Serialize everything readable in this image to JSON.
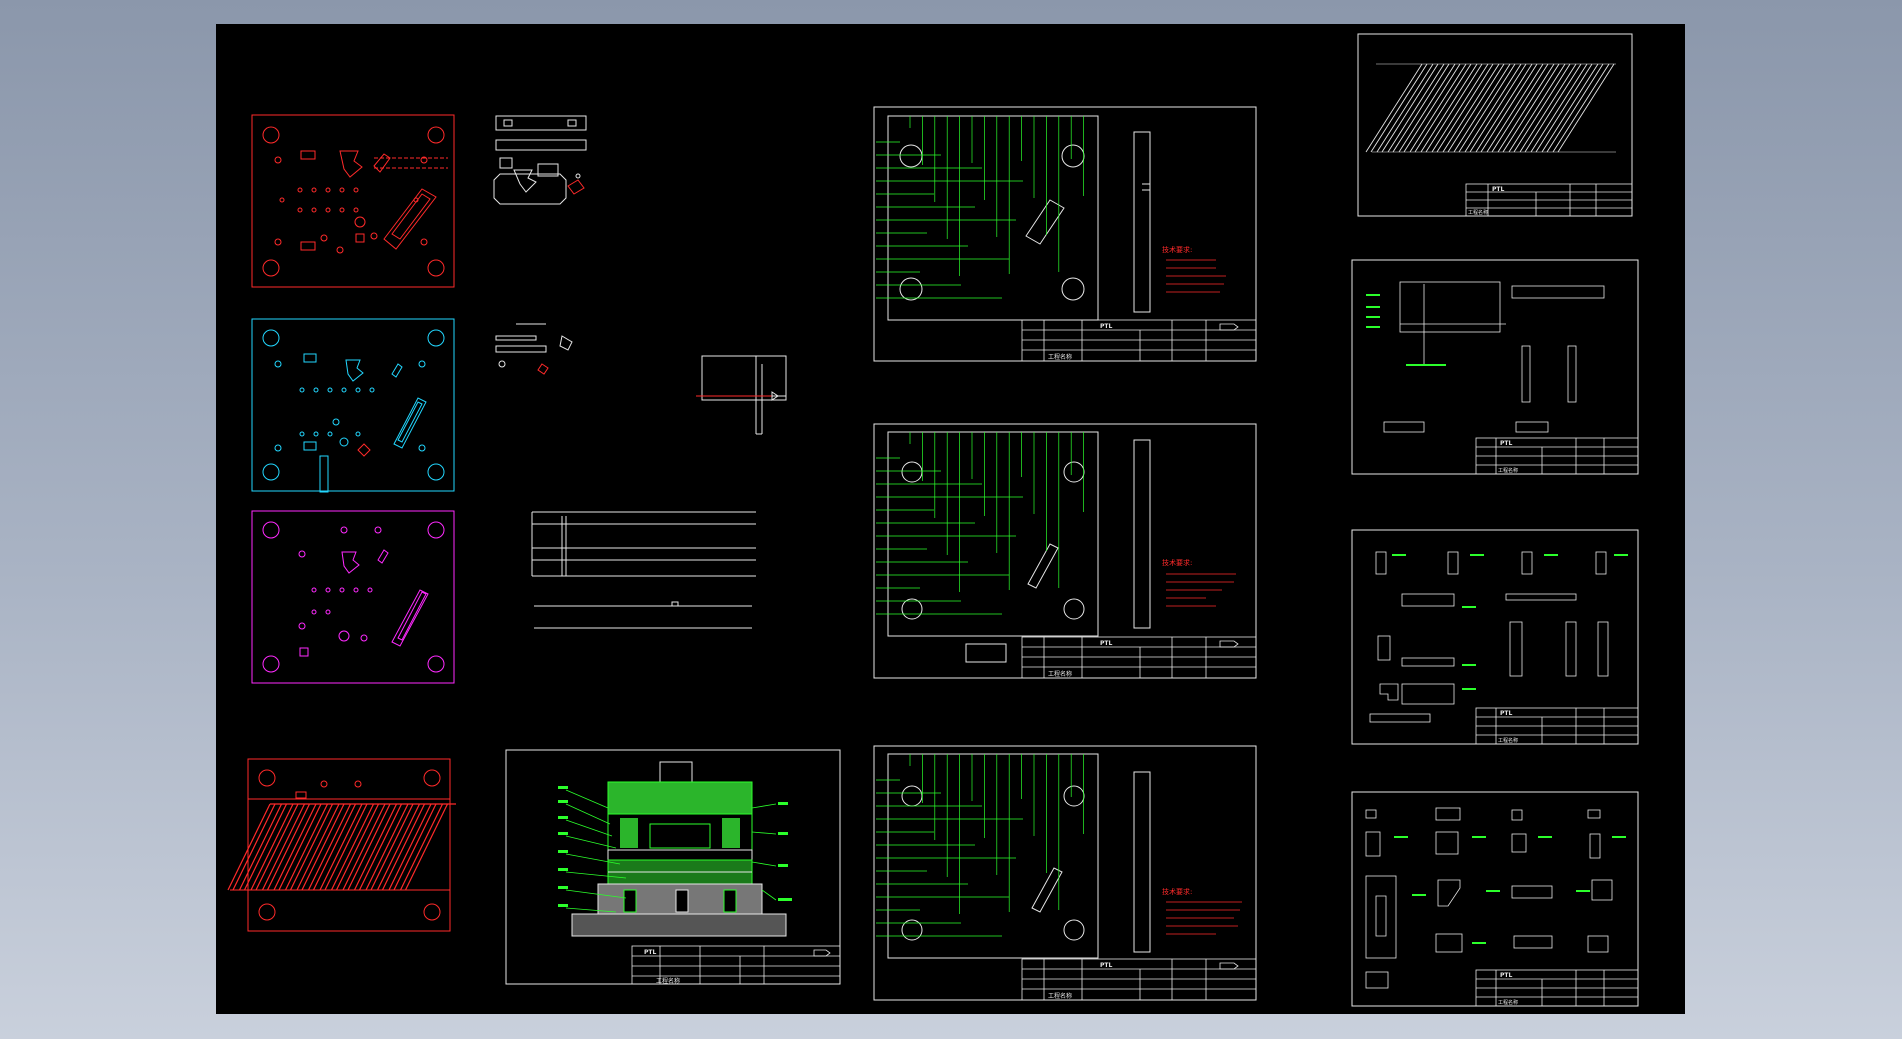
{
  "canvas": {
    "background": "#000000"
  },
  "palette": {
    "red": "#ff2a2a",
    "cyan": "#22d7ff",
    "magenta": "#ff2aff",
    "green": "#2bff2b",
    "white": "#e6e6e6",
    "green_fill": "#2bb52b",
    "gray_fill": "#777777"
  },
  "company": {
    "logo": "PTL"
  },
  "title_blocks": {
    "drawing_1": {
      "label": "工程名称"
    },
    "drawing_2": {
      "label": "工程名称"
    },
    "drawing_3": {
      "label": "工程名称"
    },
    "assembly": {
      "label": "工程名称"
    },
    "strip_layout": {
      "label": "工程名称"
    },
    "parts_a": {
      "label": "工程名称"
    },
    "parts_b": {
      "label": "工程名称"
    },
    "parts_c": {
      "label": "工程名称"
    }
  },
  "notes": {
    "drawing_1_title": "技术要求:",
    "drawing_2_title": "技术要求:",
    "drawing_3_title": "技术要求:"
  }
}
